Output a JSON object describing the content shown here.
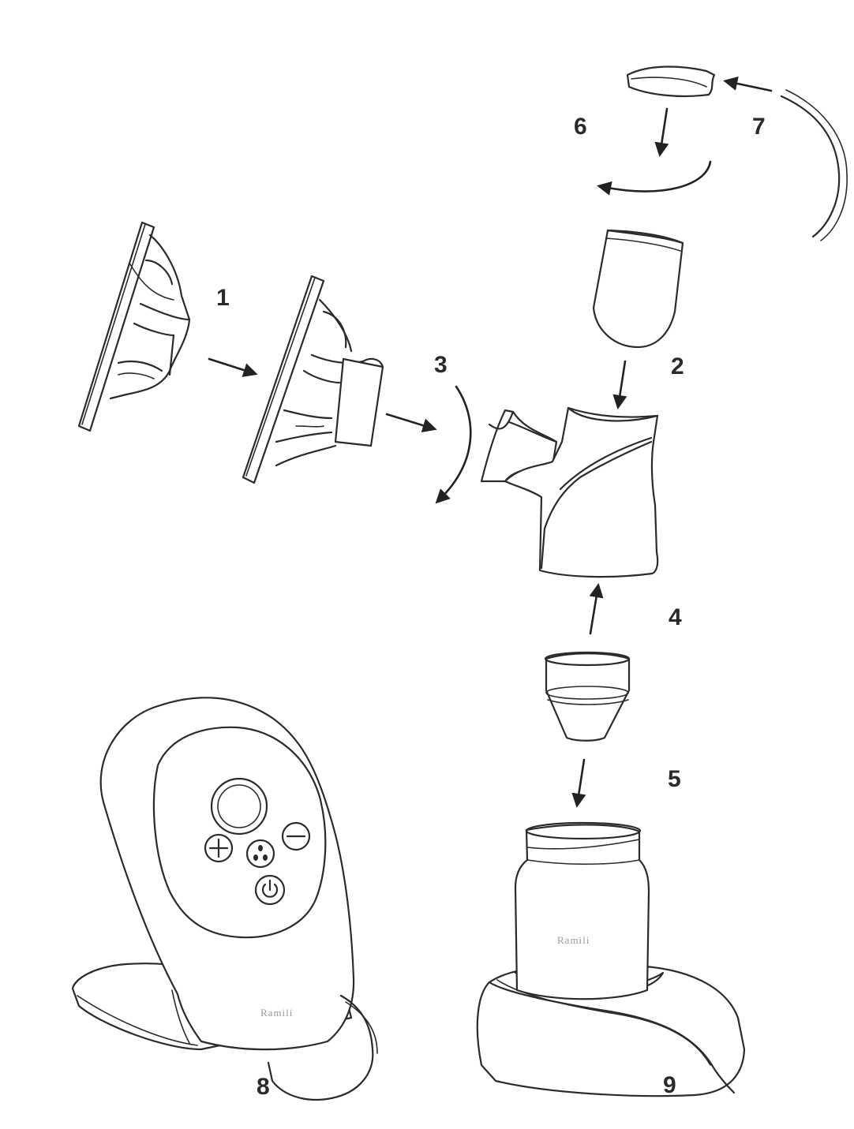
{
  "diagram": {
    "step_labels": [
      "1",
      "2",
      "3",
      "4",
      "5",
      "6",
      "7",
      "8",
      "9"
    ],
    "brand_text": "Ramili"
  }
}
